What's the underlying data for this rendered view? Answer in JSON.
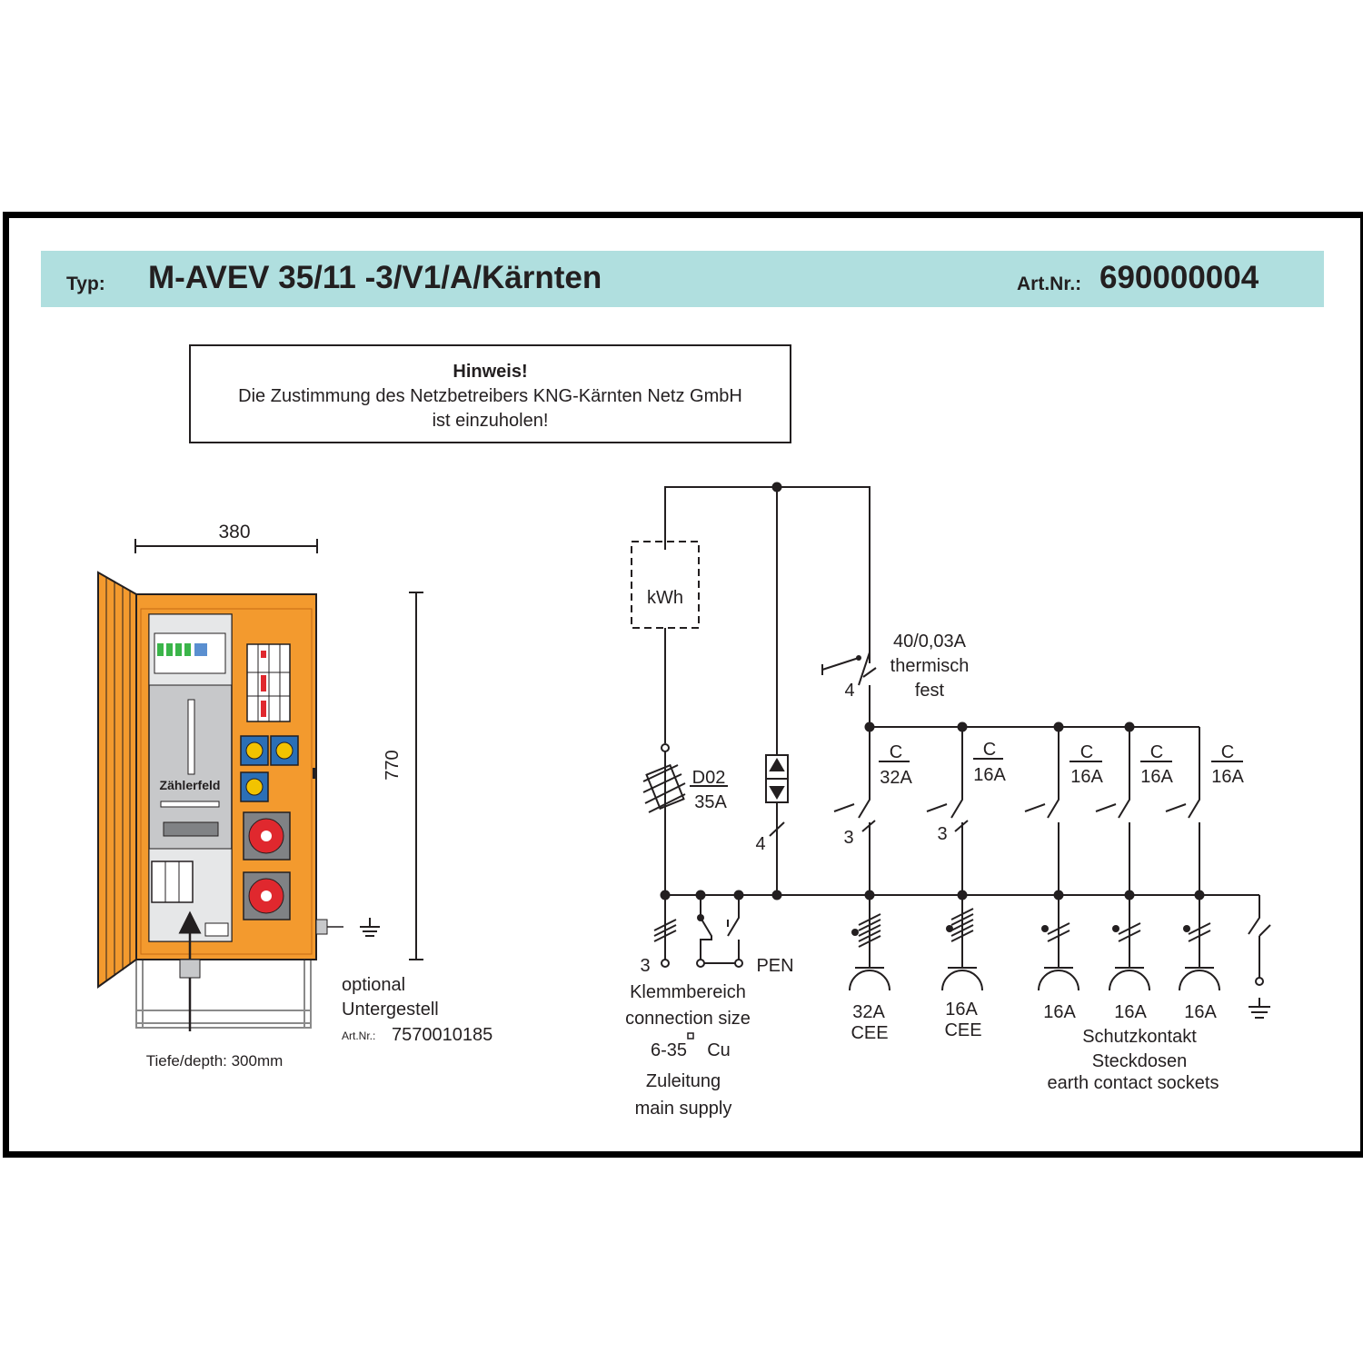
{
  "header": {
    "type_label": "Typ:",
    "model": "M-AVEV 35/11 -3/V1/A/Kärnten",
    "art_label": "Art.Nr.:",
    "art_number": "690000004"
  },
  "notice": {
    "title": "Hinweis!",
    "line1": "Die Zustimmung des Netzbetreibers KNG-Kärnten Netz GmbH",
    "line2": "ist einzuholen!"
  },
  "cabinet": {
    "width": "380",
    "height": "770",
    "meter_field": "Zählerfeld",
    "depth": "Tiefe/depth: 300mm",
    "option_line1": "optional",
    "option_line2": "Untergestell",
    "option_art_label": "Art.Nr.:",
    "option_art_number": "7570010185",
    "colors": {
      "cabinet": "#f39a2e",
      "socket_blue": "#2b6fb6",
      "socket_red": "#e0282e"
    }
  },
  "schematic": {
    "meter": "kWh",
    "rcd_rating": "40/0,03A",
    "rcd_line2": "thermisch",
    "rcd_line3": "fest",
    "rcd_poles": "4",
    "fuse_type": "D02",
    "fuse_rating": "35A",
    "pen_poles": "4",
    "breakers": [
      {
        "char": "C",
        "rating": "32A",
        "poles": "3"
      },
      {
        "char": "C",
        "rating": "16A",
        "poles": "3"
      },
      {
        "char": "C",
        "rating": "16A",
        "poles": ""
      },
      {
        "char": "C",
        "rating": "16A",
        "poles": ""
      },
      {
        "char": "C",
        "rating": "16A",
        "poles": ""
      }
    ],
    "terminal_count": "3",
    "pen_label": "PEN",
    "terminal_text1": "Klemmbereich",
    "terminal_text2": "connection size",
    "terminal_size": "6-35",
    "terminal_unit": "Cu",
    "supply1": "Zuleitung",
    "supply2": "main supply",
    "outlets": [
      {
        "rating": "32A",
        "type": "CEE"
      },
      {
        "rating": "16A",
        "type": "CEE"
      },
      {
        "rating": "16A",
        "type": ""
      },
      {
        "rating": "16A",
        "type": ""
      },
      {
        "rating": "16A",
        "type": ""
      }
    ],
    "socket_text1": "Schutzkontakt",
    "socket_text2": "Steckdosen",
    "socket_text3": "earth contact sockets"
  }
}
